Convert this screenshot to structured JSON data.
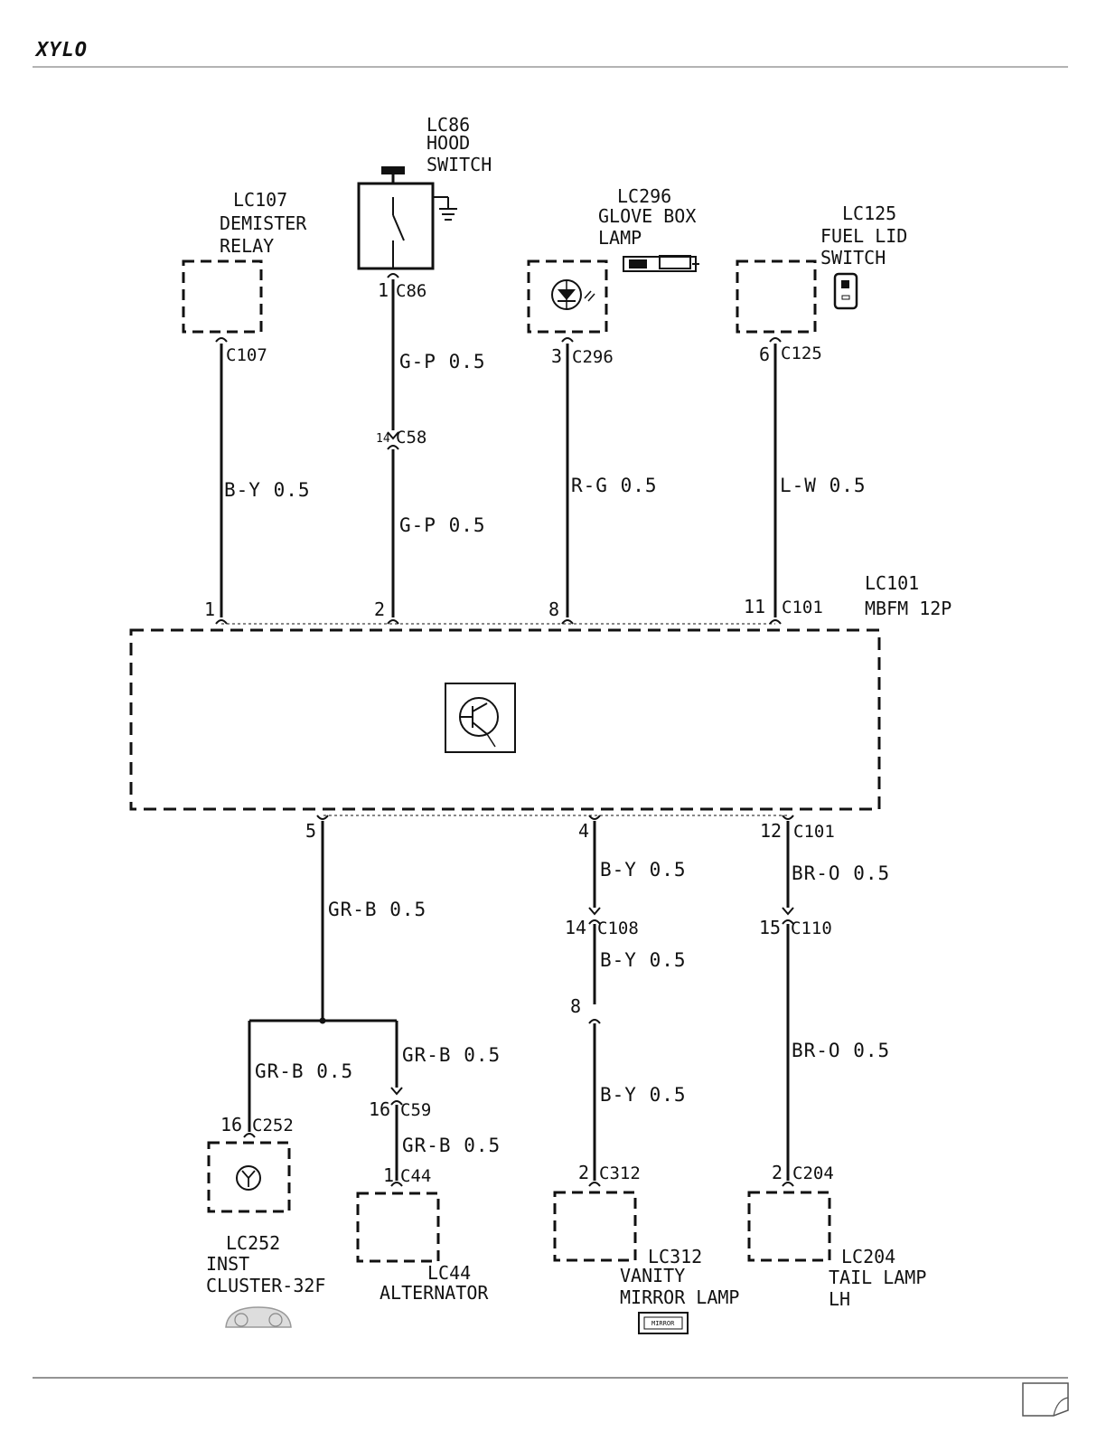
{
  "header": {
    "brand": "XYLO"
  },
  "components": {
    "demister_relay": {
      "id": "LC107",
      "name_line1": "DEMISTER",
      "name_line2": "RELAY"
    },
    "hood_switch": {
      "id": "LC86",
      "name_line1": "HOOD",
      "name_line2": "SWITCH"
    },
    "glove_box_lamp": {
      "id": "LC296",
      "name_line1": "GLOVE BOX",
      "name_line2": "LAMP"
    },
    "fuel_lid_switch": {
      "id": "LC125",
      "name_line1": "FUEL LID",
      "name_line2": "SWITCH"
    },
    "mbfm": {
      "id": "LC101",
      "name_line1": "MBFM 12P"
    },
    "inst_cluster": {
      "id": "LC252",
      "name_line1": "INST",
      "name_line2": "CLUSTER-32F"
    },
    "alternator": {
      "id": "LC44",
      "name_line1": "ALTERNATOR"
    },
    "vanity_mirror_lamp": {
      "id": "LC312",
      "name_line1": "VANITY",
      "name_line2": "MIRROR LAMP",
      "icon_text": "MIRROR"
    },
    "tail_lamp_lh": {
      "id": "LC204",
      "name_line1": "TAIL LAMP",
      "name_line2": "LH"
    }
  },
  "connectors": {
    "c107": {
      "pin": "",
      "name": "C107"
    },
    "c86": {
      "pin": "1",
      "name": "C86"
    },
    "c58": {
      "pin": "14",
      "name": "C58"
    },
    "c296": {
      "pin": "3",
      "name": "C296"
    },
    "c125": {
      "pin": "6",
      "name": "C125"
    },
    "mbfm_top": {
      "pins": [
        "1",
        "2",
        "8",
        "11"
      ],
      "name": "C101"
    },
    "mbfm_bottom": {
      "pins": [
        "5",
        "4",
        "12"
      ],
      "name": "C101"
    },
    "c108": {
      "pin": "14",
      "name": "C108"
    },
    "c110": {
      "pin": "15",
      "name": "C110"
    },
    "inline8": {
      "pin": "8",
      "name": ""
    },
    "c252": {
      "pin": "16",
      "name": "C252"
    },
    "c59": {
      "pin": "16",
      "name": "C59"
    },
    "c44": {
      "pin": "1",
      "name": "C44"
    },
    "c312": {
      "pin": "2",
      "name": "C312"
    },
    "c204": {
      "pin": "2",
      "name": "C204"
    }
  },
  "wires": {
    "w1": "B-Y 0.5",
    "w2a": "G-P 0.5",
    "w2b": "G-P 0.5",
    "w8": "R-G 0.5",
    "w11": "L-W 0.5",
    "w5": "GR-B 0.5",
    "w5_left": "GR-B 0.5",
    "w5_right": "GR-B 0.5",
    "w5_alt": "GR-B 0.5",
    "w4a": "B-Y 0.5",
    "w4b": "B-Y 0.5",
    "w4c": "B-Y 0.5",
    "w12a": "BR-O 0.5",
    "w12b": "BR-O 0.5"
  },
  "colors": {
    "ink": "#111111",
    "rule": "#9a9a9a"
  }
}
